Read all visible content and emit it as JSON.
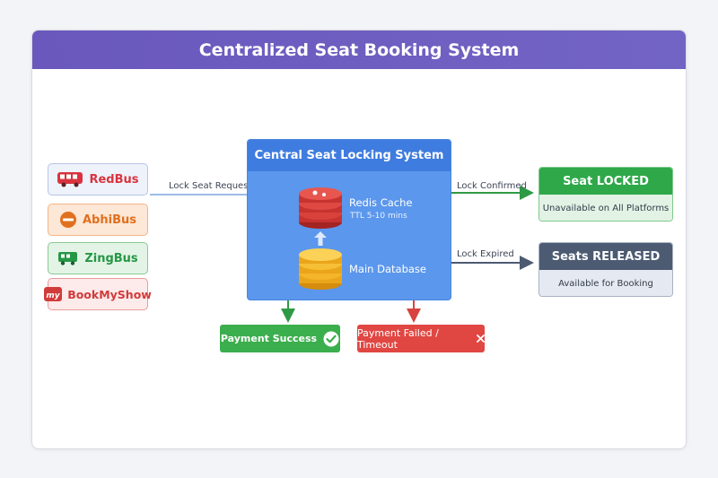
{
  "title": "Centralized Seat Booking System",
  "platforms": [
    {
      "name": "RedBus",
      "icon": "bus-icon"
    },
    {
      "name": "AbhiBus",
      "icon": "abhibus-logo-icon"
    },
    {
      "name": "ZingBus",
      "icon": "bus-icon"
    },
    {
      "name": "BookMyShow",
      "icon": "bookmyshow-logo-icon",
      "logo_text": "my"
    }
  ],
  "edges": {
    "lock_request": "Lock Seat Request",
    "lock_confirmed": "Lock Confirmed",
    "lock_expired": "Lock Expired"
  },
  "central": {
    "title": "Central Seat Locking System",
    "cache_label": "Redis Cache",
    "cache_ttl": "TTL 5-10 mins",
    "db_label": "Main Database"
  },
  "status": {
    "locked_title": "Seat LOCKED",
    "locked_desc": "Unavailable on All Platforms",
    "released_title": "Seats RELEASED",
    "released_desc": "Available for Booking"
  },
  "outcomes": {
    "success": "Payment Success",
    "failed": "Payment Failed / Timeout"
  },
  "colors": {
    "header": "#6a58bd",
    "central": "#5b97ec",
    "locked": "#2fa84a",
    "released": "#4c5b72",
    "success": "#3bae4d",
    "failed": "#e04743"
  }
}
